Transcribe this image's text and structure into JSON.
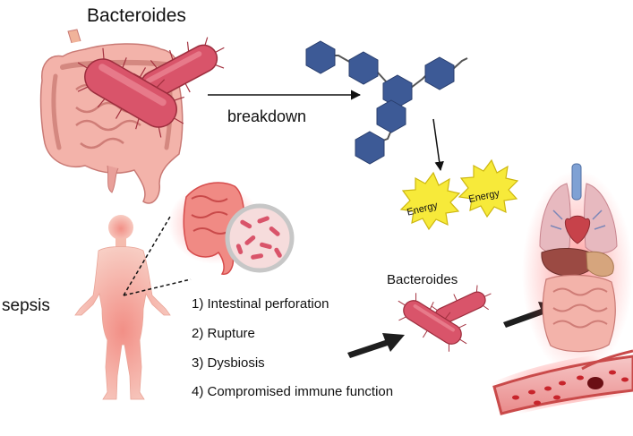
{
  "labels": {
    "title": "Bacteroides",
    "breakdown": "breakdown",
    "sepsis": "sepsis",
    "bacteroides_small": "Bacteroides",
    "energy": "Energy"
  },
  "causes": [
    "1) Intestinal perforation",
    "2) Rupture",
    "3) Dysbiosis",
    "4) Compromised immune function"
  ],
  "icons": {
    "intestine": "intestine-icon",
    "bacterium": "bacterium-icon",
    "polysaccharide": "polysaccharide-chain-icon",
    "energy_burst": "energy-burst-icon",
    "human": "human-body-icon",
    "magnifier": "microscope-zoom-icon",
    "organs": "organs-icon",
    "blood_vessel": "blood-vessel-icon"
  },
  "colors": {
    "bacterium": "#d9546a",
    "intestine": "#f0a6a0",
    "sugar": "#3d5a96",
    "energy": "#f7ea3a",
    "skin": "#f6c3b6",
    "inflamed": "#e85050",
    "blood": "#c7242b"
  }
}
